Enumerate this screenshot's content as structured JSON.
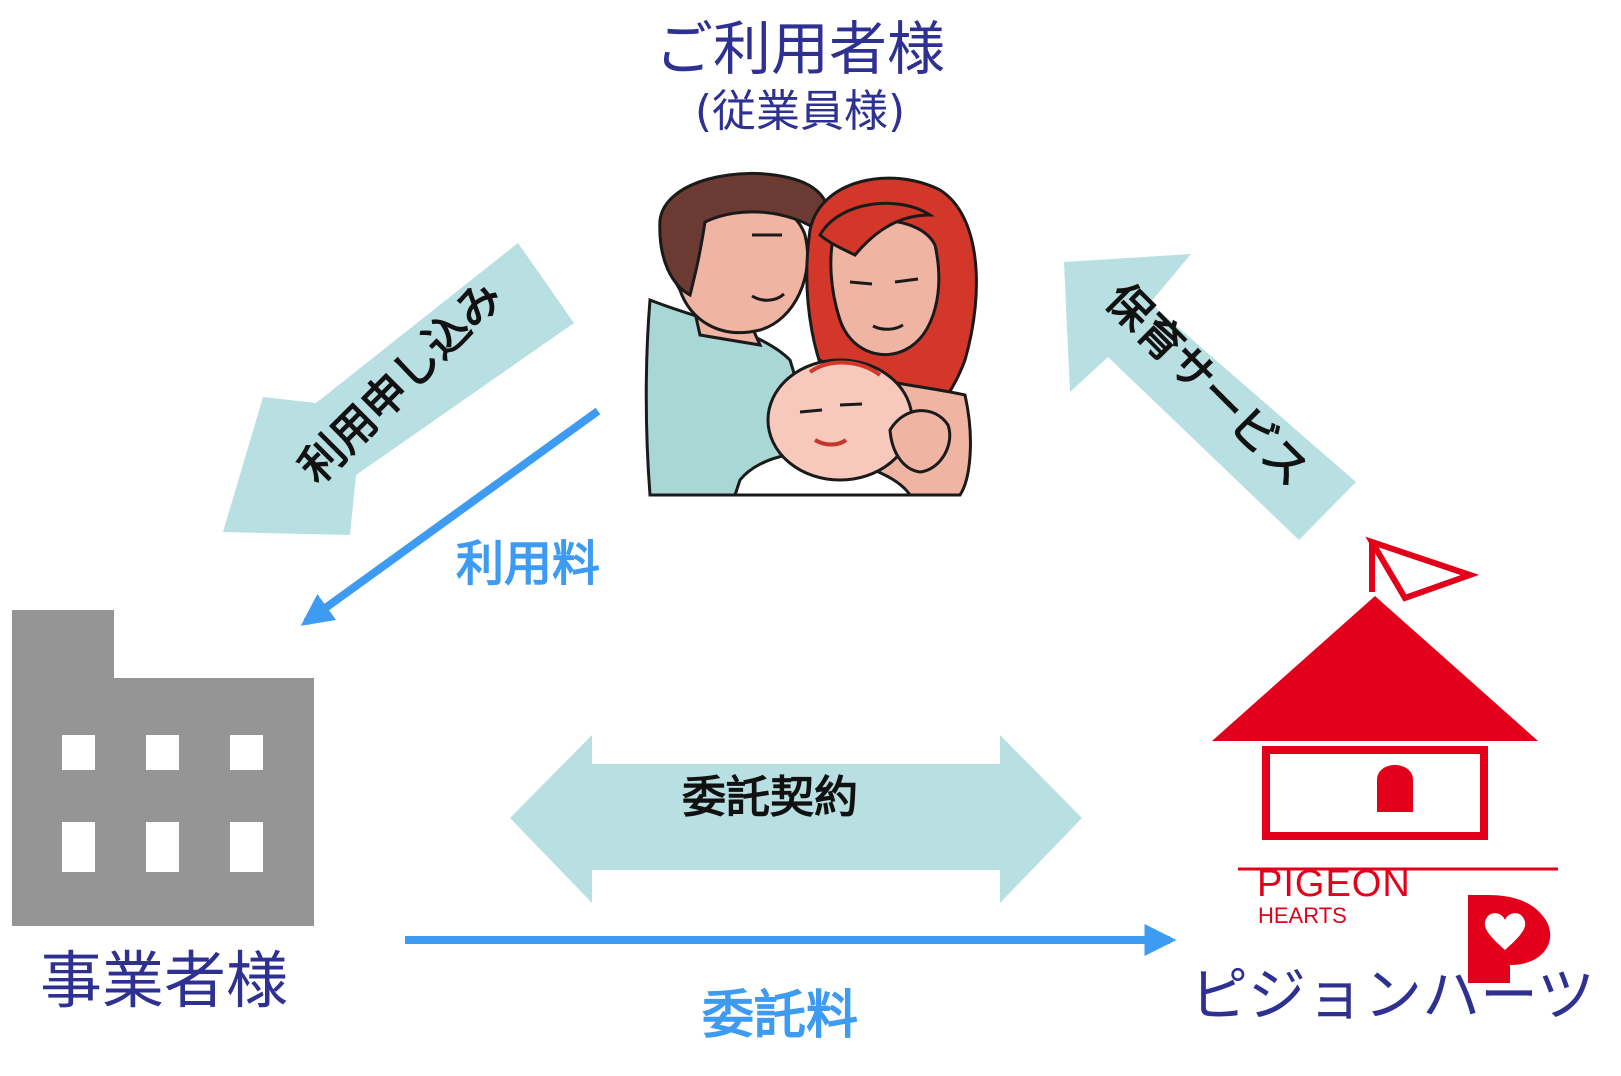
{
  "customer": {
    "title": "ご利用者様",
    "subtitle": "(従業員様)"
  },
  "business": {
    "label": "事業者様"
  },
  "provider": {
    "label": "ピジョンハーツ",
    "brand_line1": "PIGEON",
    "brand_line2": "HEARTS"
  },
  "flows": {
    "application": "利用申し込み",
    "service": "保育サービス",
    "contract": "委託契約",
    "usage_fee": "利用料",
    "consignment_fee": "委託料"
  },
  "colors": {
    "title_text": "#2e3191",
    "fee_text": "#3e9bf2",
    "big_arrow_fill": "#b8dfe1",
    "building_gray": "#959595",
    "provider_red": "#e3001b"
  }
}
